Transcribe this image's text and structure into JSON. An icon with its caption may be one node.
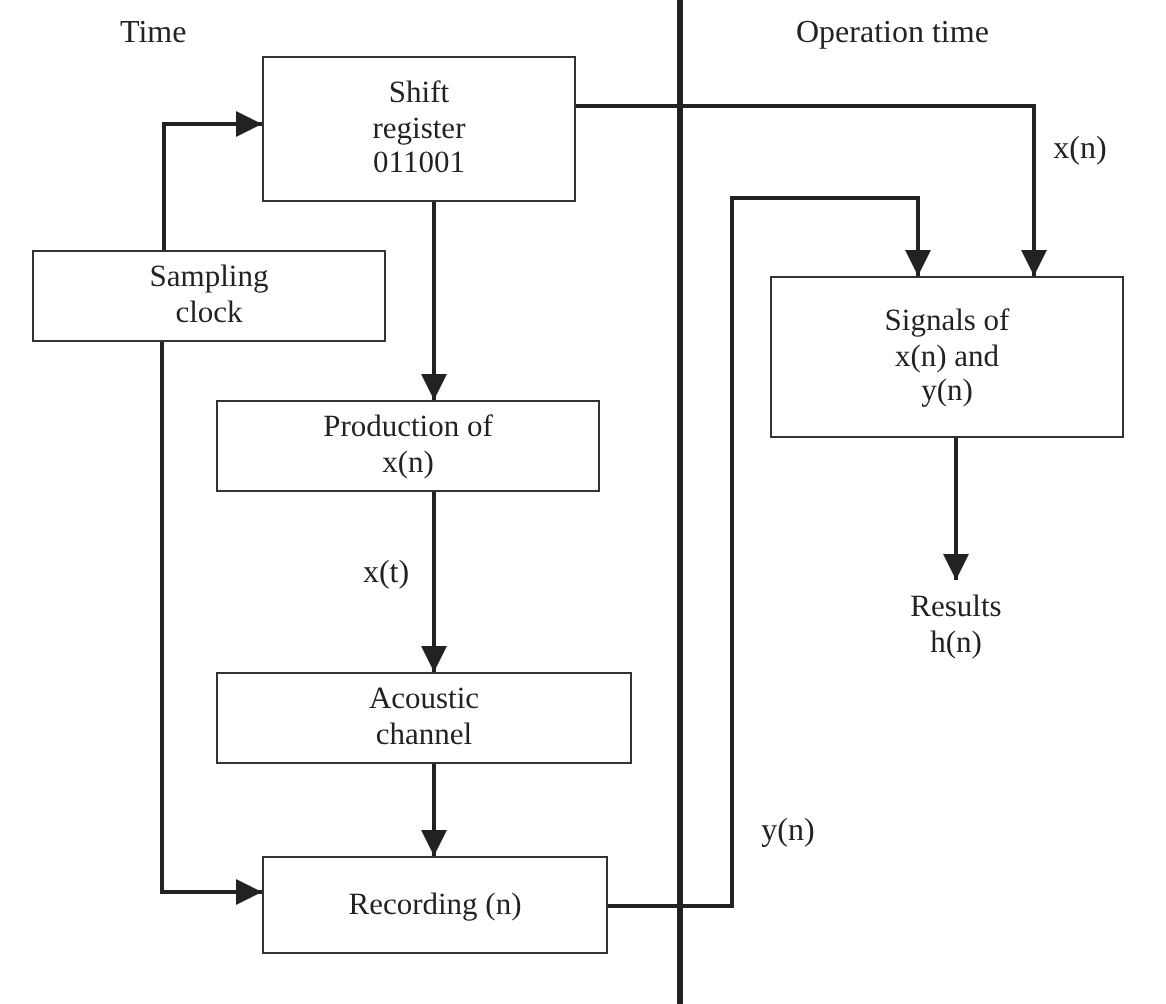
{
  "diagram": {
    "nodes": [
      {
        "text": [
          "Shift register 011001"
        ]
      },
      {
        "text": [
          "Sampling clock"
        ]
      },
      {
        "text": [
          "Production of x(n)"
        ]
      },
      {
        "text": [
          "Acoustic channel"
        ]
      },
      {
        "text": [
          "Recording (n)"
        ]
      },
      {
        "text": [
          "Signals of x(n) and y(n)"
        ]
      },
      {
        "text": [
          "Results h(n)"
        ]
      }
    ],
    "edges": [
      {
        "from": 1,
        "to": 0,
        "arrow": "to"
      },
      {
        "from": 0,
        "to": 2,
        "arrow": "to"
      },
      {
        "from": 2,
        "to": 3,
        "arrow": "to",
        "label": "x(t)"
      },
      {
        "from": 3,
        "to": 4,
        "arrow": "to"
      },
      {
        "from": 1,
        "to": 4,
        "arrow": "to"
      },
      {
        "from": 0,
        "to": 5,
        "arrow": "to",
        "label": "x(n)"
      },
      {
        "from": 4,
        "to": 5,
        "arrow": "to",
        "label": "y(n)"
      },
      {
        "from": 5,
        "to": 6,
        "arrow": "to"
      }
    ],
    "labels": [
      "Time",
      "Operation time"
    ]
  }
}
